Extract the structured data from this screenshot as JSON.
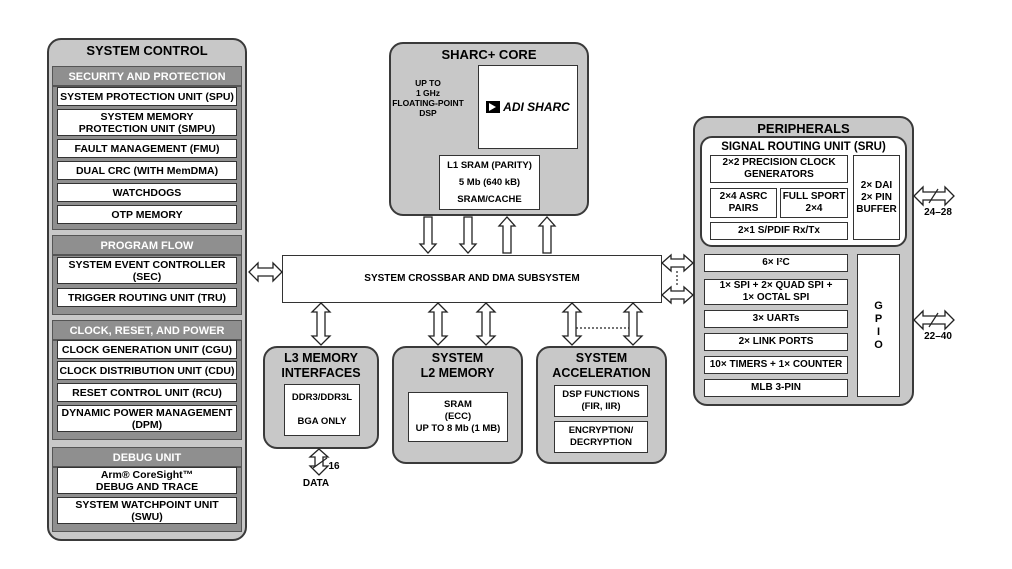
{
  "system_control": {
    "title": "SYSTEM CONTROL",
    "security": {
      "header": "SECURITY AND PROTECTION",
      "items": [
        "SYSTEM PROTECTION UNIT (SPU)",
        "SYSTEM MEMORY\nPROTECTION UNIT (SMPU)",
        "FAULT MANAGEMENT (FMU)",
        "DUAL CRC (WITH MemDMA)",
        "WATCHDOGS",
        "OTP MEMORY"
      ]
    },
    "program_flow": {
      "header": "PROGRAM FLOW",
      "items": [
        "SYSTEM EVENT CONTROLLER\n(SEC)",
        "TRIGGER ROUTING UNIT (TRU)"
      ]
    },
    "clock": {
      "header": "CLOCK, RESET, AND POWER",
      "items": [
        "CLOCK GENERATION UNIT (CGU)",
        "CLOCK DISTRIBUTION UNIT (CDU)",
        "RESET CONTROL UNIT (RCU)",
        "DYNAMIC POWER MANAGEMENT\n(DPM)"
      ]
    },
    "debug": {
      "header": "DEBUG UNIT",
      "items": [
        "Arm® CoreSight™\nDEBUG AND TRACE",
        "SYSTEM WATCHPOINT UNIT\n(SWU)"
      ]
    }
  },
  "sharc_core": {
    "title": "SHARC+ CORE",
    "dsp_text": "UP TO\n1 GHz\nFLOATING-POINT\nDSP",
    "logo": "ADI SHARC",
    "l1": "L1 SRAM (PARITY)\n5 Mb (640 kB)\nSRAM/CACHE"
  },
  "crossbar": "SYSTEM CROSSBAR AND DMA SUBSYSTEM",
  "l3": {
    "title": "L3 MEMORY\nINTERFACES",
    "box": "DDR3/DDR3L\n\nBGA ONLY",
    "bus_width": "16",
    "data_label": "DATA"
  },
  "l2": {
    "title": "SYSTEM\nL2 MEMORY",
    "box": "SRAM\n(ECC)\nUP TO 8 Mb (1 MB)"
  },
  "acceleration": {
    "title": "SYSTEM\nACCELERATION",
    "items": [
      "DSP FUNCTIONS\n(FIR, IIR)",
      "ENCRYPTION/\nDECRYPTION"
    ]
  },
  "peripherals": {
    "title": "PERIPHERALS",
    "sru_title": "SIGNAL ROUTING UNIT (SRU)",
    "sru_items": [
      "2×2 PRECISION CLOCK\nGENERATORS",
      "2×4 ASRC\nPAIRS",
      "FULL SPORT\n2×4",
      "2×1 S/PDIF Rx/Tx",
      "2× DAI\n2× PIN\nBUFFER"
    ],
    "items": [
      "6× I²C",
      "1× SPI + 2× QUAD SPI +\n1× OCTAL SPI",
      "3× UARTs",
      "2× LINK PORTS",
      "10× TIMERS + 1× COUNTER",
      "MLB 3-PIN"
    ],
    "gpio": "G\nP\nI\nO",
    "pin_labels": [
      "24–28",
      "22–40"
    ]
  },
  "colors": {
    "panel": "#c8c8c8",
    "header": "#8f8f8f",
    "border": "#3a3a3a"
  }
}
